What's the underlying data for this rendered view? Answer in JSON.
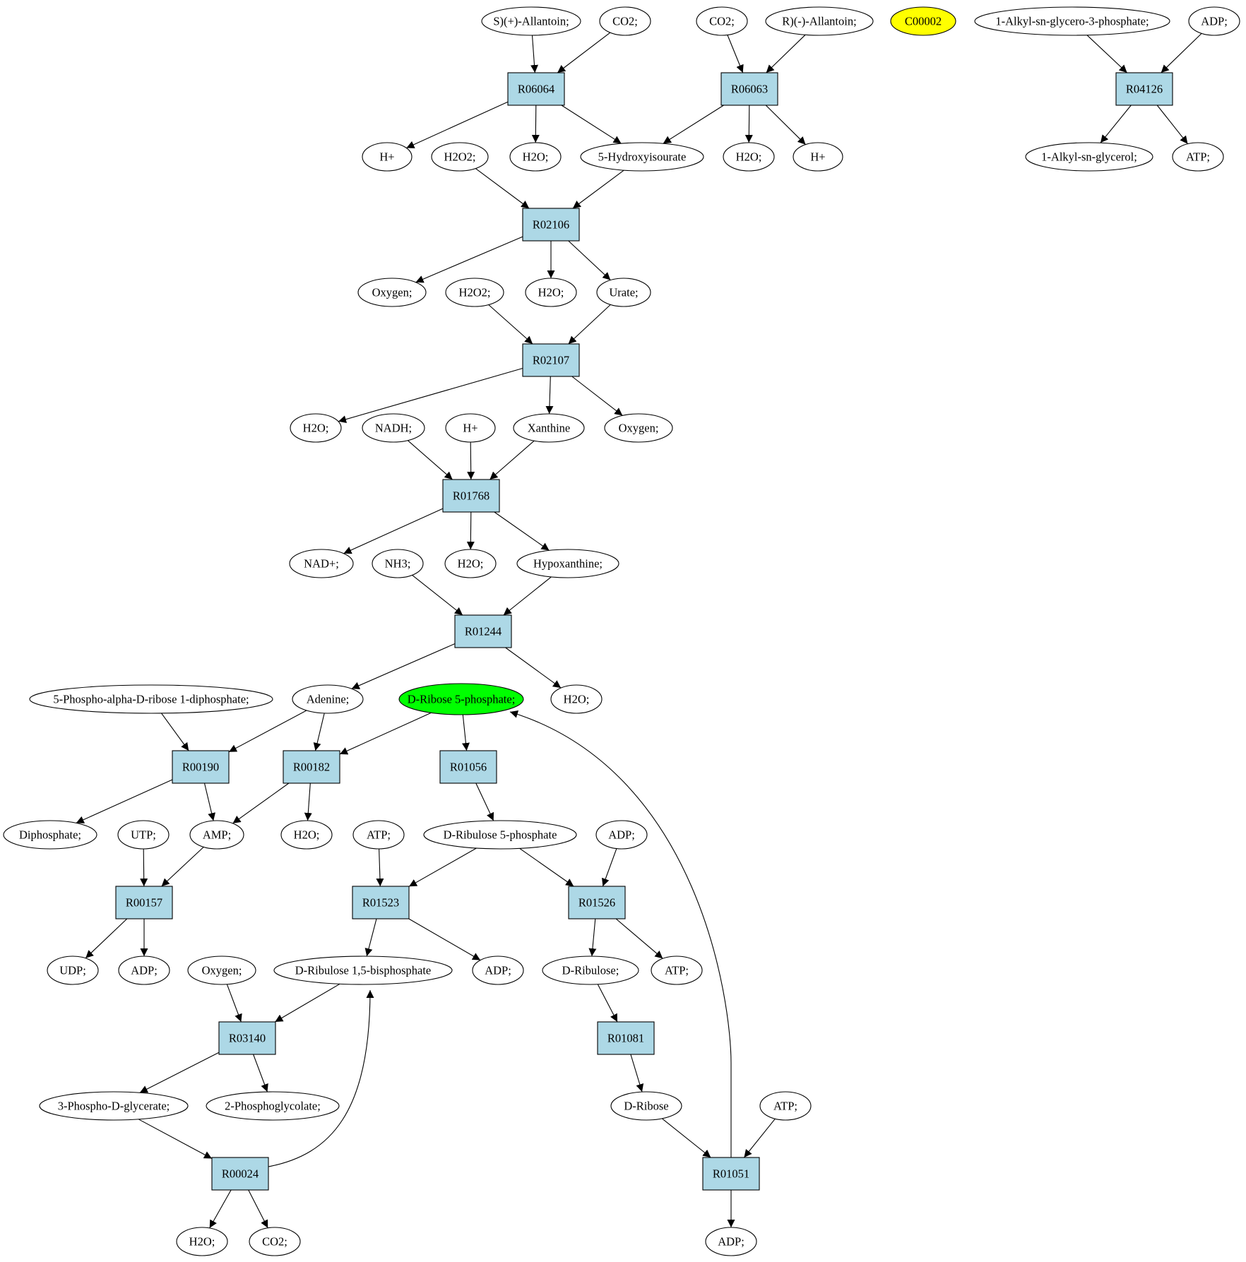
{
  "colors": {
    "reaction_fill": "#add8e6",
    "compound_fill": "#ffffff",
    "source_fill": "#00ff00",
    "highlight_fill": "#ffff00",
    "stroke": "#000000"
  },
  "nodes": [
    {
      "id": "s_allantoin",
      "label": "S)(+)-Allantoin;",
      "shape": "ellipse"
    },
    {
      "id": "co2_a",
      "label": "CO2;",
      "shape": "ellipse"
    },
    {
      "id": "co2_b",
      "label": "CO2;",
      "shape": "ellipse"
    },
    {
      "id": "r_allantoin",
      "label": "R)(-)-Allantoin;",
      "shape": "ellipse"
    },
    {
      "id": "c00002",
      "label": "C00002",
      "shape": "ellipse",
      "fill": "highlight"
    },
    {
      "id": "alkyl_g3p",
      "label": "1-Alkyl-sn-glycero-3-phosphate;",
      "shape": "ellipse"
    },
    {
      "id": "adp_top",
      "label": "ADP;",
      "shape": "ellipse"
    },
    {
      "id": "R06064",
      "label": "R06064",
      "shape": "box"
    },
    {
      "id": "R06063",
      "label": "R06063",
      "shape": "box"
    },
    {
      "id": "R04126",
      "label": "R04126",
      "shape": "box"
    },
    {
      "id": "h_plus_a",
      "label": "H+",
      "shape": "ellipse"
    },
    {
      "id": "h2o2_a",
      "label": "H2O2;",
      "shape": "ellipse"
    },
    {
      "id": "h2o_a",
      "label": "H2O;",
      "shape": "ellipse"
    },
    {
      "id": "hydroxyisourate",
      "label": "5-Hydroxyisourate",
      "shape": "ellipse"
    },
    {
      "id": "h2o_b",
      "label": "H2O;",
      "shape": "ellipse"
    },
    {
      "id": "h_plus_b",
      "label": "H+",
      "shape": "ellipse"
    },
    {
      "id": "alkyl_glycerol",
      "label": "1-Alkyl-sn-glycerol;",
      "shape": "ellipse"
    },
    {
      "id": "atp_top",
      "label": "ATP;",
      "shape": "ellipse"
    },
    {
      "id": "R02106",
      "label": "R02106",
      "shape": "box"
    },
    {
      "id": "oxygen_a",
      "label": "Oxygen;",
      "shape": "ellipse"
    },
    {
      "id": "h2o2_b",
      "label": "H2O2;",
      "shape": "ellipse"
    },
    {
      "id": "h2o_c",
      "label": "H2O;",
      "shape": "ellipse"
    },
    {
      "id": "urate",
      "label": "Urate;",
      "shape": "ellipse"
    },
    {
      "id": "R02107",
      "label": "R02107",
      "shape": "box"
    },
    {
      "id": "h2o_d",
      "label": "H2O;",
      "shape": "ellipse"
    },
    {
      "id": "nadh",
      "label": "NADH;",
      "shape": "ellipse"
    },
    {
      "id": "h_plus_c",
      "label": "H+",
      "shape": "ellipse"
    },
    {
      "id": "xanthine",
      "label": "Xanthine",
      "shape": "ellipse"
    },
    {
      "id": "oxygen_b",
      "label": "Oxygen;",
      "shape": "ellipse"
    },
    {
      "id": "R01768",
      "label": "R01768",
      "shape": "box"
    },
    {
      "id": "nad_plus",
      "label": "NAD+;",
      "shape": "ellipse"
    },
    {
      "id": "nh3",
      "label": "NH3;",
      "shape": "ellipse"
    },
    {
      "id": "h2o_e",
      "label": "H2O;",
      "shape": "ellipse"
    },
    {
      "id": "hypoxanthine",
      "label": "Hypoxanthine;",
      "shape": "ellipse"
    },
    {
      "id": "R01244",
      "label": "R01244",
      "shape": "box"
    },
    {
      "id": "prpp",
      "label": "5-Phospho-alpha-D-ribose 1-diphosphate;",
      "shape": "ellipse"
    },
    {
      "id": "adenine",
      "label": "Adenine;",
      "shape": "ellipse"
    },
    {
      "id": "ribose5p",
      "label": "D-Ribose 5-phosphate;",
      "shape": "ellipse",
      "fill": "source"
    },
    {
      "id": "h2o_f",
      "label": "H2O;",
      "shape": "ellipse"
    },
    {
      "id": "R00190",
      "label": "R00190",
      "shape": "box"
    },
    {
      "id": "R00182",
      "label": "R00182",
      "shape": "box"
    },
    {
      "id": "R01056",
      "label": "R01056",
      "shape": "box"
    },
    {
      "id": "diphosphate",
      "label": "Diphosphate;",
      "shape": "ellipse"
    },
    {
      "id": "utp",
      "label": "UTP;",
      "shape": "ellipse"
    },
    {
      "id": "amp",
      "label": "AMP;",
      "shape": "ellipse"
    },
    {
      "id": "h2o_g",
      "label": "H2O;",
      "shape": "ellipse"
    },
    {
      "id": "atp_a",
      "label": "ATP;",
      "shape": "ellipse"
    },
    {
      "id": "ribulose5p",
      "label": "D-Ribulose 5-phosphate",
      "shape": "ellipse"
    },
    {
      "id": "adp_a",
      "label": "ADP;",
      "shape": "ellipse"
    },
    {
      "id": "R00157",
      "label": "R00157",
      "shape": "box"
    },
    {
      "id": "R01523",
      "label": "R01523",
      "shape": "box"
    },
    {
      "id": "R01526",
      "label": "R01526",
      "shape": "box"
    },
    {
      "id": "udp",
      "label": "UDP;",
      "shape": "ellipse"
    },
    {
      "id": "adp_b",
      "label": "ADP;",
      "shape": "ellipse"
    },
    {
      "id": "oxygen_c",
      "label": "Oxygen;",
      "shape": "ellipse"
    },
    {
      "id": "rubp",
      "label": "D-Ribulose 1,5-bisphosphate",
      "shape": "ellipse"
    },
    {
      "id": "adp_c",
      "label": "ADP;",
      "shape": "ellipse"
    },
    {
      "id": "ribulose",
      "label": "D-Ribulose;",
      "shape": "ellipse"
    },
    {
      "id": "atp_b",
      "label": "ATP;",
      "shape": "ellipse"
    },
    {
      "id": "R03140",
      "label": "R03140",
      "shape": "box"
    },
    {
      "id": "R01081",
      "label": "R01081",
      "shape": "box"
    },
    {
      "id": "pga",
      "label": "3-Phospho-D-glycerate;",
      "shape": "ellipse"
    },
    {
      "id": "phosphoglycolate",
      "label": "2-Phosphoglycolate;",
      "shape": "ellipse"
    },
    {
      "id": "ribose",
      "label": "D-Ribose",
      "shape": "ellipse"
    },
    {
      "id": "atp_c",
      "label": "ATP;",
      "shape": "ellipse"
    },
    {
      "id": "R00024",
      "label": "R00024",
      "shape": "box"
    },
    {
      "id": "R01051",
      "label": "R01051",
      "shape": "box"
    },
    {
      "id": "h2o_h",
      "label": "H2O;",
      "shape": "ellipse"
    },
    {
      "id": "co2_c",
      "label": "CO2;",
      "shape": "ellipse"
    },
    {
      "id": "adp_d",
      "label": "ADP;",
      "shape": "ellipse"
    }
  ],
  "edges": [
    [
      "s_allantoin",
      "R06064"
    ],
    [
      "co2_a",
      "R06064"
    ],
    [
      "R06064",
      "h_plus_a"
    ],
    [
      "R06064",
      "h2o_a"
    ],
    [
      "R06064",
      "hydroxyisourate"
    ],
    [
      "co2_b",
      "R06063"
    ],
    [
      "r_allantoin",
      "R06063"
    ],
    [
      "R06063",
      "hydroxyisourate"
    ],
    [
      "R06063",
      "h2o_b"
    ],
    [
      "R06063",
      "h_plus_b"
    ],
    [
      "alkyl_g3p",
      "R04126"
    ],
    [
      "adp_top",
      "R04126"
    ],
    [
      "R04126",
      "alkyl_glycerol"
    ],
    [
      "R04126",
      "atp_top"
    ],
    [
      "h2o2_a",
      "R02106"
    ],
    [
      "hydroxyisourate",
      "R02106"
    ],
    [
      "R02106",
      "oxygen_a"
    ],
    [
      "R02106",
      "h2o_c"
    ],
    [
      "R02106",
      "urate"
    ],
    [
      "h2o2_b",
      "R02107"
    ],
    [
      "urate",
      "R02107"
    ],
    [
      "R02107",
      "h2o_d"
    ],
    [
      "R02107",
      "xanthine"
    ],
    [
      "R02107",
      "oxygen_b"
    ],
    [
      "nadh",
      "R01768"
    ],
    [
      "h_plus_c",
      "R01768"
    ],
    [
      "xanthine",
      "R01768"
    ],
    [
      "R01768",
      "nad_plus"
    ],
    [
      "R01768",
      "h2o_e"
    ],
    [
      "R01768",
      "hypoxanthine"
    ],
    [
      "nh3",
      "R01244"
    ],
    [
      "hypoxanthine",
      "R01244"
    ],
    [
      "R01244",
      "adenine"
    ],
    [
      "R01244",
      "h2o_f"
    ],
    [
      "prpp",
      "R00190"
    ],
    [
      "adenine",
      "R00190"
    ],
    [
      "adenine",
      "R00182"
    ],
    [
      "ribose5p",
      "R00182"
    ],
    [
      "ribose5p",
      "R01056"
    ],
    [
      "R00190",
      "diphosphate"
    ],
    [
      "R00190",
      "amp"
    ],
    [
      "R00182",
      "amp"
    ],
    [
      "R00182",
      "h2o_g"
    ],
    [
      "R01056",
      "ribulose5p"
    ],
    [
      "utp",
      "R00157"
    ],
    [
      "amp",
      "R00157"
    ],
    [
      "R00157",
      "udp"
    ],
    [
      "R00157",
      "adp_b"
    ],
    [
      "atp_a",
      "R01523"
    ],
    [
      "ribulose5p",
      "R01523"
    ],
    [
      "R01523",
      "rubp"
    ],
    [
      "R01523",
      "adp_c"
    ],
    [
      "ribulose5p",
      "R01526"
    ],
    [
      "adp_a",
      "R01526"
    ],
    [
      "R01526",
      "ribulose"
    ],
    [
      "R01526",
      "atp_b"
    ],
    [
      "oxygen_c",
      "R03140"
    ],
    [
      "rubp",
      "R03140"
    ],
    [
      "R03140",
      "pga"
    ],
    [
      "R03140",
      "phosphoglycolate"
    ],
    [
      "ribulose",
      "R01081"
    ],
    [
      "R01081",
      "ribose"
    ],
    [
      "pga",
      "R00024"
    ],
    [
      "R00024",
      "h2o_h"
    ],
    [
      "R00024",
      "co2_c"
    ],
    [
      "R00024",
      "rubp"
    ],
    [
      "ribose",
      "R01051"
    ],
    [
      "atp_c",
      "R01051"
    ],
    [
      "R01051",
      "adp_d"
    ],
    [
      "R01051",
      "ribose5p"
    ]
  ]
}
